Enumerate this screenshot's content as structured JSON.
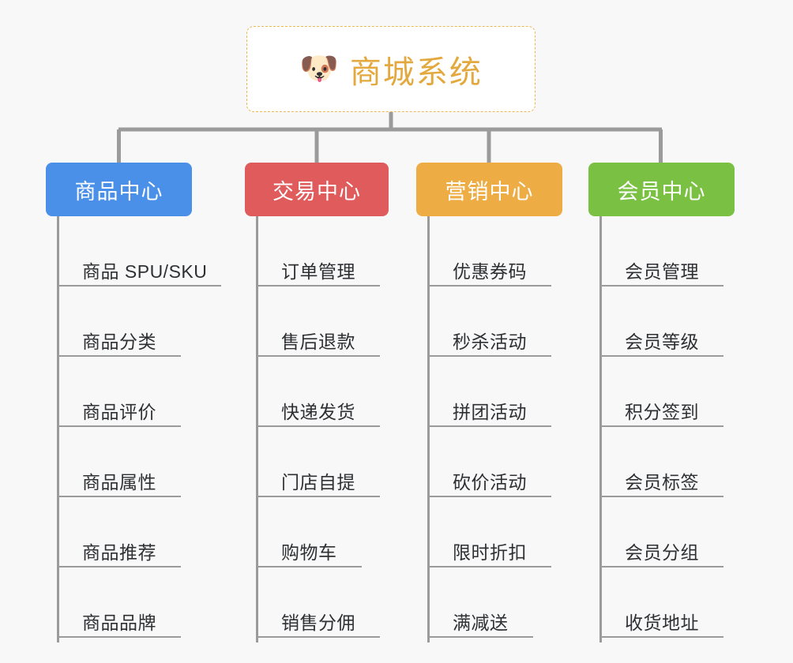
{
  "diagram": {
    "title": "商城系统",
    "background_color": "#f8f8f8",
    "root": {
      "icon": "dog-face-emoji",
      "icon_glyph": "🐶",
      "label": "商城系统",
      "text_color": "#e3a93f",
      "border_color": "#edb851",
      "fill_color": "#ffffff",
      "border_style": "dashed"
    },
    "connector_color": "#9b9b9b",
    "branches": [
      {
        "label": "商品中心",
        "color": "#4a90e8",
        "items": [
          "商品 SPU/SKU",
          "商品分类",
          "商品评价",
          "商品属性",
          "商品推荐",
          "商品品牌"
        ]
      },
      {
        "label": "交易中心",
        "color": "#e05c5c",
        "items": [
          "订单管理",
          "售后退款",
          "快递发货",
          "门店自提",
          "购物车",
          "销售分佣"
        ]
      },
      {
        "label": "营销中心",
        "color": "#edad44",
        "items": [
          "优惠券码",
          "秒杀活动",
          "拼团活动",
          "砍价活动",
          "限时折扣",
          "满减送"
        ]
      },
      {
        "label": "会员中心",
        "color": "#7ac143",
        "items": [
          "会员管理",
          "会员等级",
          "积分签到",
          "会员标签",
          "会员分组",
          "收货地址"
        ]
      }
    ]
  }
}
